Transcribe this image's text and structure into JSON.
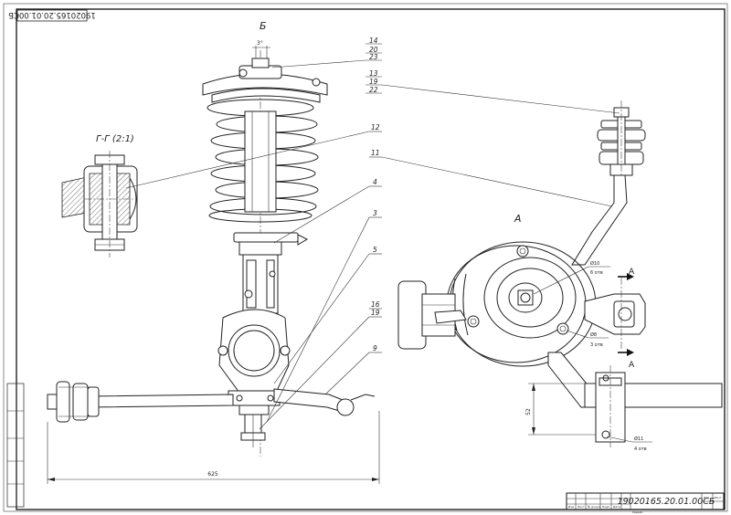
{
  "stamp": "19020165.20.01.00СБ",
  "view_b": "Б",
  "view_a": "А",
  "section": "Г-Г (2:1)",
  "section_mark": "А",
  "dims": {
    "width": "625",
    "vertical": "52",
    "angle": "3°",
    "hole1": "Ø10",
    "hole1_n": "6 отв",
    "hole2": "Ø8",
    "hole2_n": "3 отв",
    "hole3": "Ø11",
    "hole3_n": "4 отв"
  },
  "callouts": {
    "c14": "14",
    "c20": "20",
    "c23": "23",
    "c13": "13",
    "c19a": "19",
    "c22": "22",
    "c12": "12",
    "c11": "11",
    "c4": "4",
    "c3": "3",
    "c5": "5",
    "c16": "16",
    "c19b": "19",
    "c9": "9"
  },
  "title_block": {
    "r1": "Изм",
    "r2": "Лист",
    "r3": "№ докум.",
    "r4": "Подп.",
    "r5": "Дата",
    "r6": "Разраб.",
    "lit": "Лит",
    "list": "Лист"
  }
}
